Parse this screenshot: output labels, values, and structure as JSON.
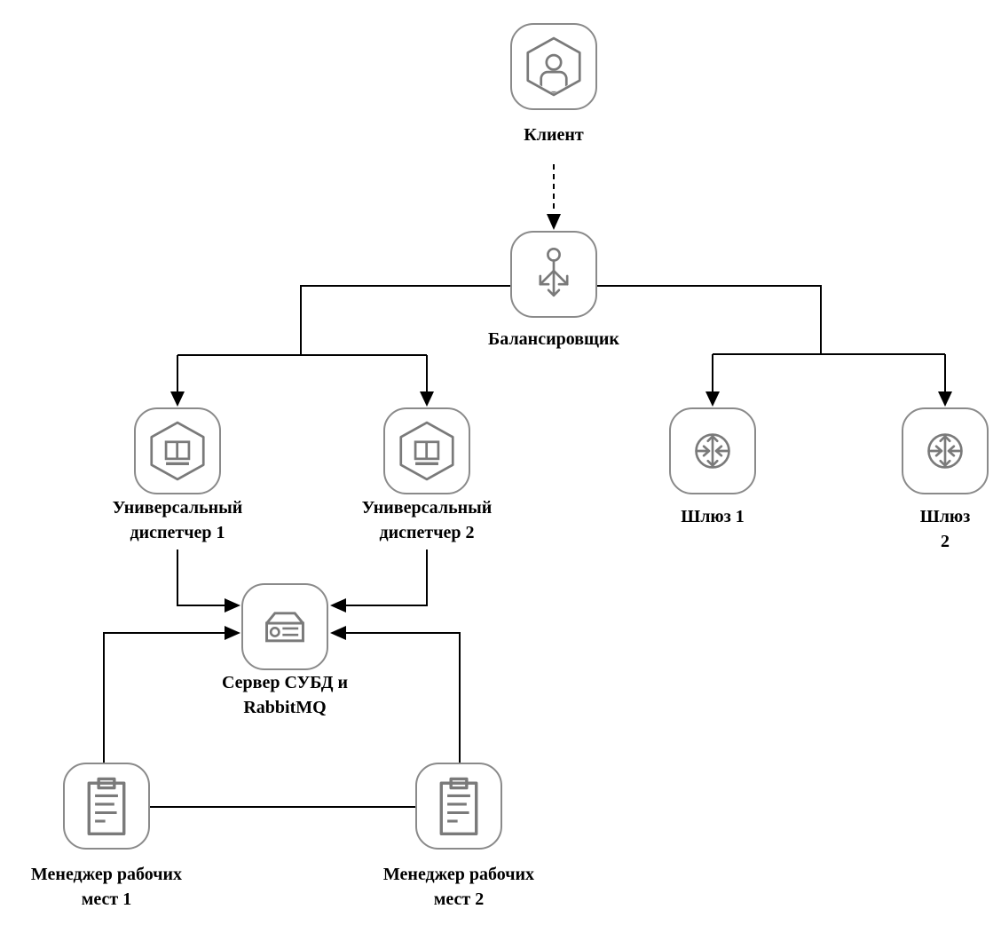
{
  "diagram": {
    "type": "architecture-flowchart",
    "colors": {
      "background": "#ffffff",
      "line": "#000000",
      "icon_stroke": "#7a7a7a",
      "node_border": "#8a8a8a",
      "text": "#000000"
    },
    "nodes": {
      "client": {
        "label": "Клиент",
        "icon": "user-hexagon-icon"
      },
      "balancer": {
        "label": "Балансировщик",
        "icon": "load-balancer-icon"
      },
      "dispatcher1": {
        "label": "Универсальный\nдиспетчер 1",
        "icon": "dispatcher-hexagon-icon"
      },
      "dispatcher2": {
        "label": "Универсальный\nдиспетчер 2",
        "icon": "dispatcher-hexagon-icon"
      },
      "gateway1": {
        "label": "Шлюз 1",
        "icon": "gateway-arrows-icon"
      },
      "gateway2": {
        "label": "Шлюз 2",
        "icon": "gateway-arrows-icon"
      },
      "server": {
        "label": "Сервер СУБД и\nRabbitMQ",
        "icon": "server-box-icon"
      },
      "manager1": {
        "label": "Менеджер рабочих\nмест 1",
        "icon": "clipboard-icon"
      },
      "manager2": {
        "label": "Менеджер рабочих\nмест 2",
        "icon": "clipboard-icon"
      }
    },
    "edges": [
      {
        "from": "client",
        "to": "balancer",
        "style": "dashed-arrow"
      },
      {
        "from": "balancer",
        "to": "dispatcher1",
        "style": "solid-arrow"
      },
      {
        "from": "balancer",
        "to": "dispatcher2",
        "style": "solid-arrow"
      },
      {
        "from": "balancer",
        "to": "gateway1",
        "style": "solid-arrow"
      },
      {
        "from": "balancer",
        "to": "gateway2",
        "style": "solid-arrow"
      },
      {
        "from": "dispatcher1",
        "to": "server",
        "style": "solid-arrow"
      },
      {
        "from": "dispatcher2",
        "to": "server",
        "style": "solid-arrow"
      },
      {
        "from": "manager1",
        "to": "server",
        "style": "solid-arrow"
      },
      {
        "from": "manager2",
        "to": "server",
        "style": "solid-arrow"
      },
      {
        "from": "manager1",
        "to": "manager2",
        "style": "solid-line"
      }
    ]
  }
}
